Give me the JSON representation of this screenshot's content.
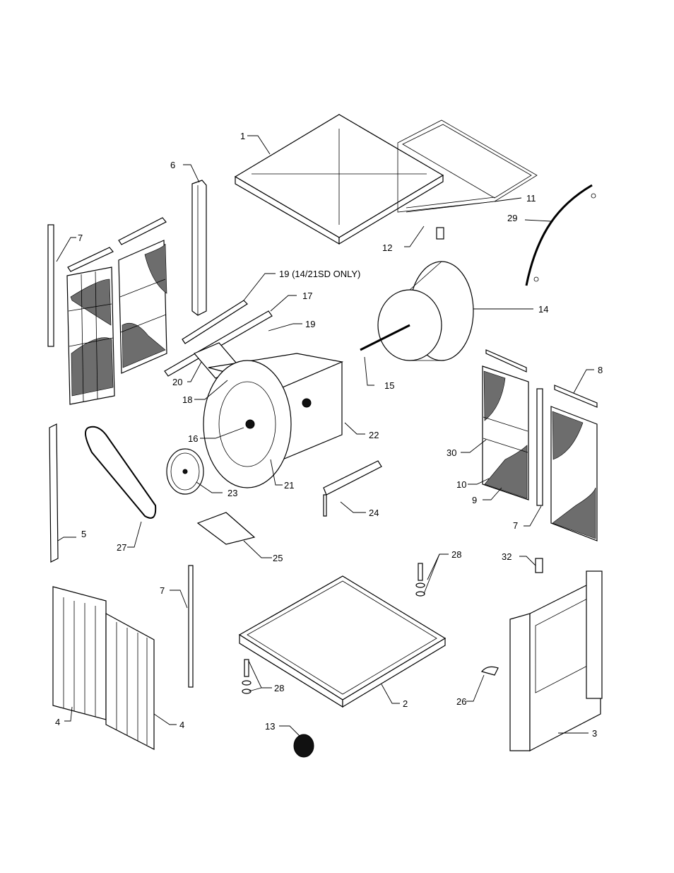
{
  "labels": [
    {
      "id": "1",
      "text": "1"
    },
    {
      "id": "2",
      "text": "2"
    },
    {
      "id": "3",
      "text": "3"
    },
    {
      "id": "4a",
      "text": "4"
    },
    {
      "id": "4b",
      "text": "4"
    },
    {
      "id": "5",
      "text": "5"
    },
    {
      "id": "6",
      "text": "6"
    },
    {
      "id": "7a",
      "text": "7"
    },
    {
      "id": "7b",
      "text": "7"
    },
    {
      "id": "7c",
      "text": "7"
    },
    {
      "id": "8",
      "text": "8"
    },
    {
      "id": "9",
      "text": "9"
    },
    {
      "id": "10",
      "text": "10"
    },
    {
      "id": "11",
      "text": "11"
    },
    {
      "id": "12",
      "text": "12"
    },
    {
      "id": "13",
      "text": "13"
    },
    {
      "id": "14",
      "text": "14"
    },
    {
      "id": "15",
      "text": "15"
    },
    {
      "id": "16",
      "text": "16"
    },
    {
      "id": "17",
      "text": "17"
    },
    {
      "id": "18",
      "text": "18"
    },
    {
      "id": "19a",
      "text": "19 (14/21SD ONLY)"
    },
    {
      "id": "19b",
      "text": "19"
    },
    {
      "id": "20",
      "text": "20"
    },
    {
      "id": "21",
      "text": "21"
    },
    {
      "id": "22",
      "text": "22"
    },
    {
      "id": "23",
      "text": "23"
    },
    {
      "id": "24",
      "text": "24"
    },
    {
      "id": "25",
      "text": "25"
    },
    {
      "id": "26",
      "text": "26"
    },
    {
      "id": "27",
      "text": "27"
    },
    {
      "id": "28a",
      "text": "28"
    },
    {
      "id": "28b",
      "text": "28"
    },
    {
      "id": "29",
      "text": "29"
    },
    {
      "id": "30",
      "text": "30"
    },
    {
      "id": "32",
      "text": "32"
    }
  ]
}
